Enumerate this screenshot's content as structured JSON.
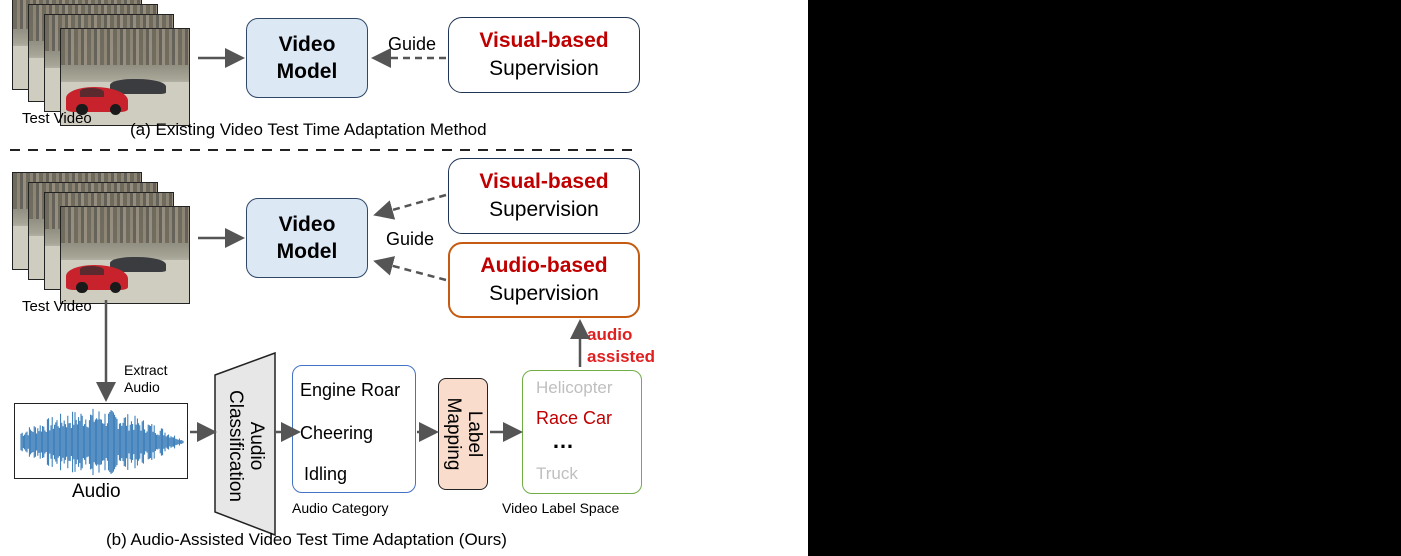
{
  "top": {
    "test_video_label": "Test Video",
    "video_model": [
      "Video",
      "Model"
    ],
    "guide_label": "Guide",
    "supervision": {
      "highlight": "Visual-based",
      "text": "Supervision"
    },
    "caption": "(a) Existing Video Test Time Adaptation Method"
  },
  "bottom": {
    "test_video_label": "Test Video",
    "video_model": [
      "Video",
      "Model"
    ],
    "guide_label": "Guide",
    "visual_supervision": {
      "highlight": "Visual-based",
      "text": "Supervision"
    },
    "audio_supervision": {
      "highlight": "Audio-based",
      "text": "Supervision"
    },
    "audio_assisted": [
      "audio",
      "assisted"
    ],
    "extract_audio": [
      "Extract",
      "Audio"
    ],
    "audio_label": "Audio",
    "audio_classification": [
      "Audio",
      "Classification"
    ],
    "audio_categories": [
      "Engine Roar",
      "Cheering",
      "Idling"
    ],
    "audio_category_label": "Audio Category",
    "label_mapping": [
      "Label",
      "Mapping"
    ],
    "video_labels": {
      "first": "Helicopter",
      "match": "Race Car",
      "ellipsis": "…",
      "last": "Truck"
    },
    "video_label_space_label": "Video Label Space",
    "caption": "(b) Audio-Assisted Video Test Time Adaptation (Ours)"
  },
  "colors": {
    "highlight_red": "#c00000",
    "video_model_fill": "#dde8f5",
    "audio_border": "#c55a11",
    "label_mapping_fill": "#f9dccb",
    "label_space_border": "#70ad47",
    "audio_category_border": "#4472c4",
    "waveform": "#2e75b6",
    "muted_label": "#bfbfbf"
  }
}
